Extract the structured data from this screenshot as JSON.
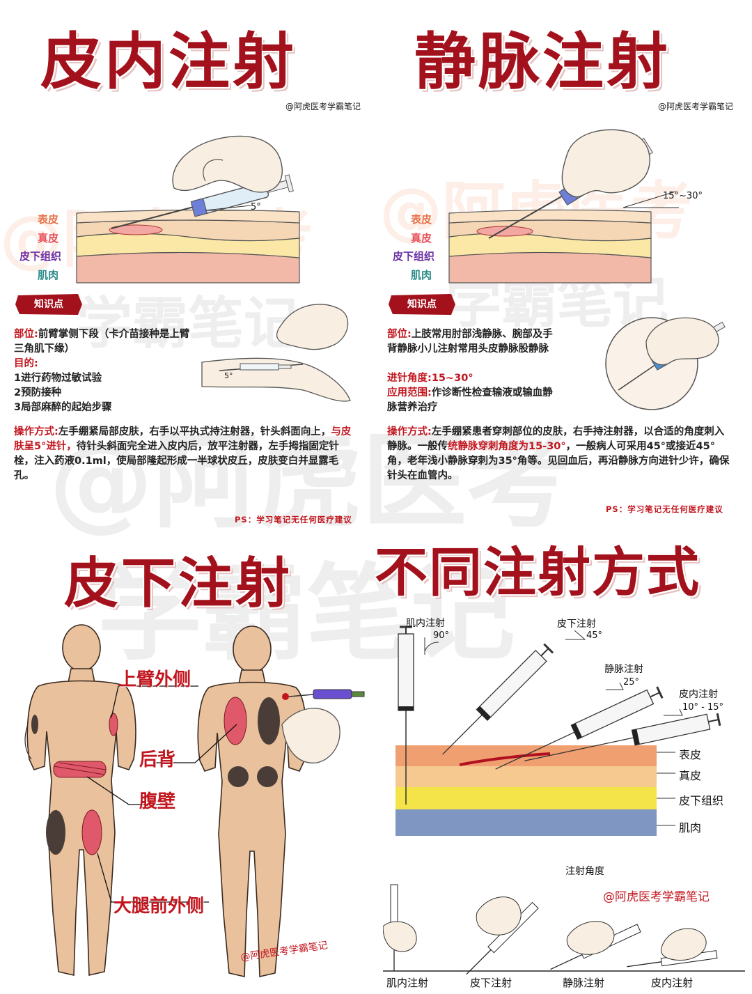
{
  "panels": {
    "intradermal": {
      "title": "皮内注射",
      "credit": "@阿虎医考学霸笔记",
      "angle_label": "5°",
      "small_angle_label": "5°",
      "layers": [
        "表皮",
        "真皮",
        "皮下组织",
        "肌肉"
      ],
      "badge": "知识点",
      "site_label": "部位:",
      "site_text": "前臂掌侧下段（卡介苗接种是上臂三角肌下缘）",
      "purpose_label": "目的:",
      "purposes": [
        "1进行药物过敏试验",
        "2预防接种",
        "3局部麻醉的起始步骤"
      ],
      "method_label": "操作方式:",
      "method_text_1": "左手绷紧局部皮肤，右手以平执式持注射器，针头斜面向上，",
      "method_highlight": "与皮肤呈5°进针，",
      "method_text_2": "待针头斜面完全进入皮内后，放平注射器，左手拇指固定针栓，注入药液0.1ml，使局部隆起形成一半球状皮丘，皮肤变白并显露毛孔。",
      "ps": "PS：学习笔记无任何医疗建议"
    },
    "intravenous": {
      "title": "静脉注射",
      "credit": "@阿虎医考学霸笔记",
      "angle_label": "15°~30°",
      "layers": [
        "表皮",
        "真皮",
        "皮下组织",
        "肌肉"
      ],
      "badge": "知识点",
      "site_label": "部位:",
      "site_text": "上肢常用肘部浅静脉、腕部及手背静脉小儿注射常用头皮静脉股静脉",
      "angle_title": "进针角度:",
      "angle_value": "15~30°",
      "scope_label": "应用范围:",
      "scope_text": "作诊断性检查输液或输血静脉营养治疗",
      "method_label": "操作方式:",
      "method_text_1": "左手绷紧患者穿刺部位的皮肤，右手持注射器，以合适的角度刺入静脉。一般传",
      "method_highlight": "统静脉穿刺角度为15-30°",
      "method_text_2": "，一般病人可采用45°或接近45°角，老年浅小静脉穿刺为35°角等。见回血后，再沿静脉方向进针少许，确保针头在血管内。",
      "ps": "PS：学习笔记无任何医疗建议"
    },
    "subcutaneous": {
      "title": "皮下注射",
      "sites": [
        "上臂外侧",
        "后背",
        "腹壁",
        "大腿前外侧"
      ],
      "credit": "@阿虎医考学霸笔记"
    },
    "comparison": {
      "title": "不同注射方式",
      "syringes": [
        {
          "name": "肌内注射",
          "angle": "90°"
        },
        {
          "name": "皮下注射",
          "angle": "45°"
        },
        {
          "name": "静脉注射",
          "angle": "25°"
        },
        {
          "name": "皮内注射",
          "angle": "10° - 15°"
        }
      ],
      "layers": [
        "表皮",
        "真皮",
        "皮下组织",
        "肌肉"
      ],
      "angle_section_title": "注射角度",
      "credit": "@阿虎医考学霸笔记",
      "bottom_labels": [
        "肌内注射",
        "皮下注射",
        "静脉注射",
        "皮内注射"
      ]
    }
  },
  "colors": {
    "title_red": "#a3121c",
    "accent_red": "#c2161f",
    "layer_epidermis": "#e8734a",
    "layer_dermis": "#e8505a",
    "layer_subcutaneous": "#6d2fa3",
    "layer_muscle": "#2a8a8a"
  }
}
